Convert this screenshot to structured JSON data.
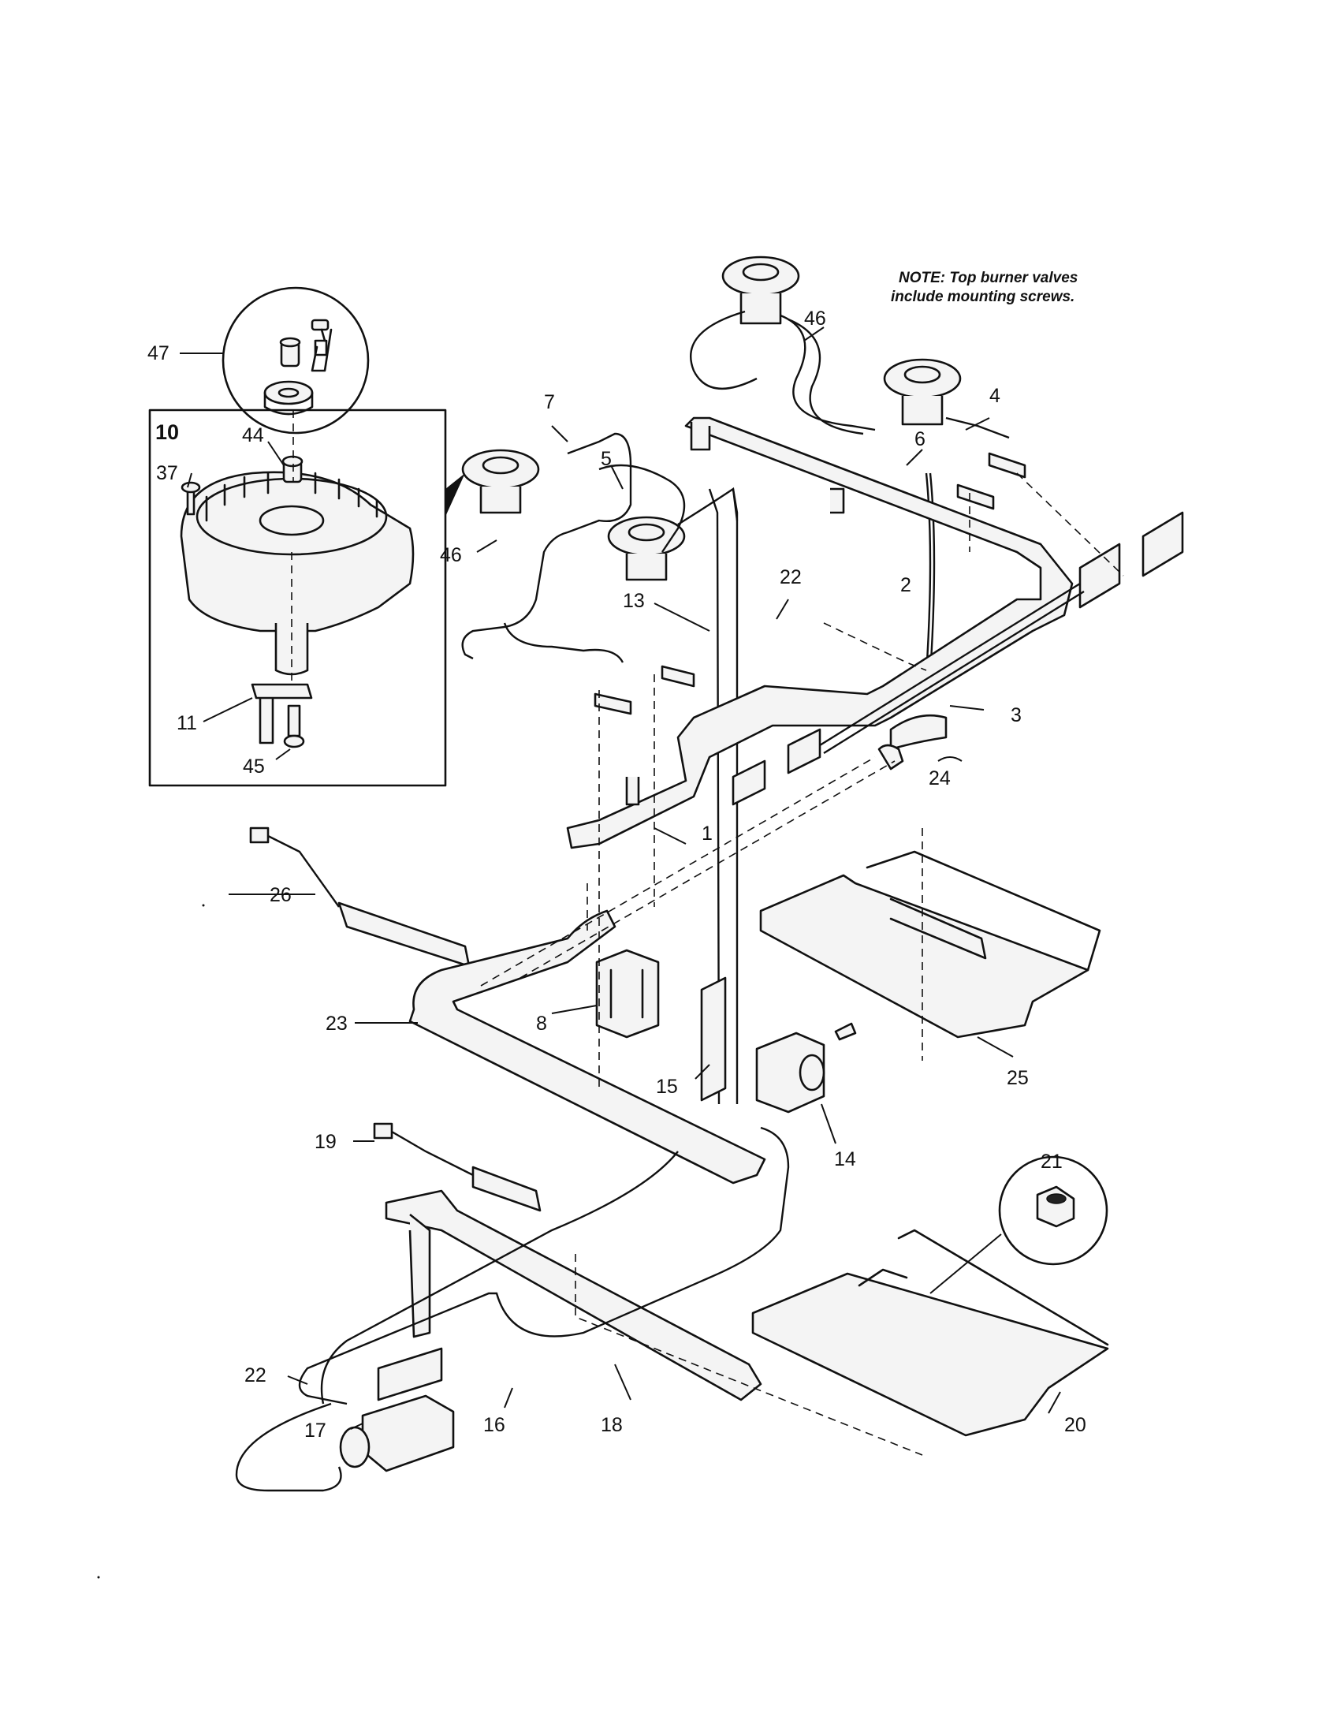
{
  "note": {
    "line1": "NOTE: Top burner valves",
    "line2": "include mounting screws."
  },
  "callouts": {
    "c1": "1",
    "c2": "2",
    "c3": "3",
    "c4": "4",
    "c5": "5",
    "c6": "6",
    "c7": "7",
    "c8": "8",
    "c10": "10",
    "c11": "11",
    "c13": "13",
    "c14": "14",
    "c15": "15",
    "c16": "16",
    "c17": "17",
    "c18": "18",
    "c19": "19",
    "c20": "20",
    "c21": "21",
    "c22a": "22",
    "c22b": "22",
    "c23": "23",
    "c24": "24",
    "c25": "25",
    "c26": "26",
    "c37": "37",
    "c44": "44",
    "c45": "45",
    "c46a": "46",
    "c46b": "46",
    "c47": "47"
  }
}
